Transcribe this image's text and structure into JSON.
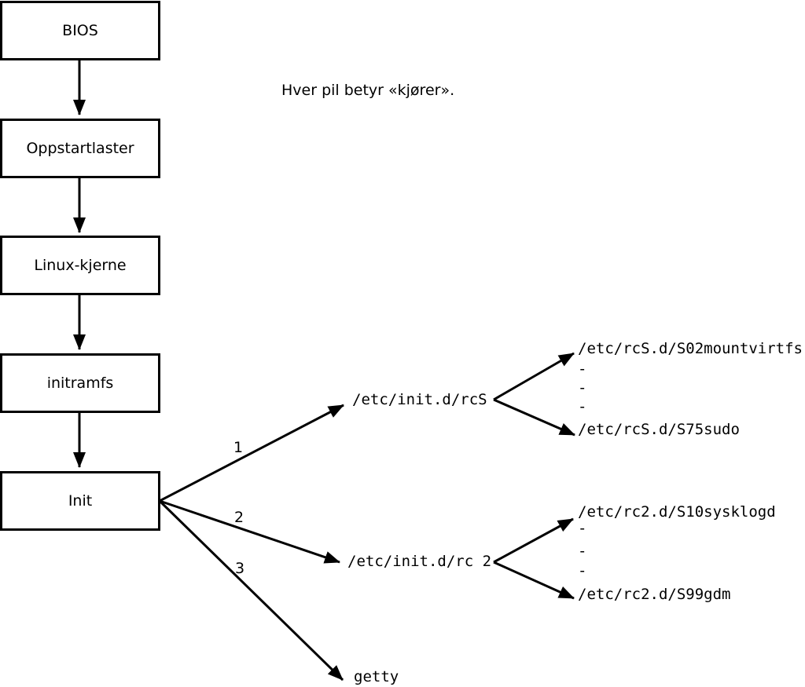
{
  "note": "Hver pil betyr «kjører».",
  "colors": {
    "line": "#000000",
    "background": "#ffffff",
    "text": "#000000"
  },
  "boxes": [
    {
      "label": "BIOS"
    },
    {
      "label": "Oppstartlaster"
    },
    {
      "label": "Linux-kjerne"
    },
    {
      "label": "initramfs"
    },
    {
      "label": "Init"
    }
  ],
  "arrow_labels": [
    {
      "number": "1"
    },
    {
      "number": "2"
    },
    {
      "number": "3"
    }
  ],
  "trees": [
    {
      "root": "/etc/init.d/rcS",
      "items": [
        "/etc/rcS.d/S02mountvirtfs",
        "-",
        "-",
        "-",
        "/etc/rcS.d/S75sudo"
      ]
    },
    {
      "root": "/etc/init.d/rc 2",
      "items": [
        "/etc/rc2.d/S10sysklogd",
        "-",
        "-",
        "-",
        "/etc/rc2.d/S99gdm"
      ]
    }
  ],
  "getty_label": "getty"
}
